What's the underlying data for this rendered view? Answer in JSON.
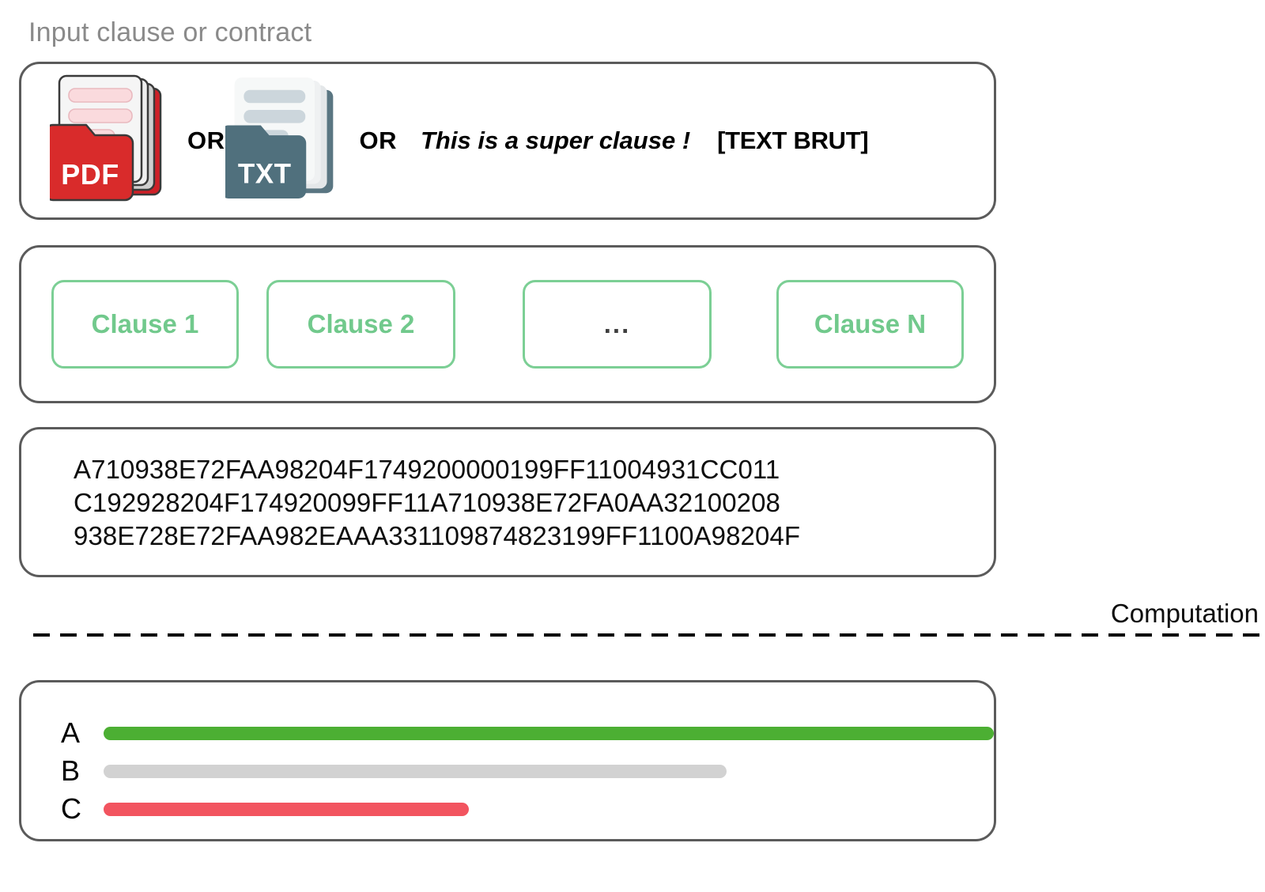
{
  "section": {
    "title": "Input clause or contract"
  },
  "input": {
    "or_1": "OR",
    "or_2": "OR",
    "pdf_icon_label": "PDF",
    "txt_icon_label": "TXT",
    "sample_clause": "This is a super clause !",
    "brut_label": "[TEXT BRUT]"
  },
  "clauses": {
    "items": [
      {
        "label": "Clause 1"
      },
      {
        "label": "Clause 2"
      },
      {
        "label": "..."
      },
      {
        "label": "Clause N"
      }
    ],
    "accent_color": "#7ccf95"
  },
  "hash": {
    "lines": [
      "A710938E72FAA98204F1749200000199FF11004931CC011",
      "C192928204F174920099FF11A710938E72FA0AA32100208",
      "938E728E72FAA982EAAA331109874823199FF1100A98204F"
    ]
  },
  "divider": {
    "label": "Computation"
  },
  "chart_data": {
    "type": "bar",
    "orientation": "horizontal",
    "categories": [
      "A",
      "B",
      "C"
    ],
    "values": [
      100,
      70,
      41
    ],
    "colors": [
      "#4caf33",
      "#d2d2d2",
      "#f2545f"
    ],
    "title": "",
    "xlabel": "",
    "ylabel": "",
    "xlim": [
      0,
      100
    ],
    "grid": false,
    "legend": false,
    "series": [
      {
        "name": "A",
        "value": 100,
        "color": "#4caf33"
      },
      {
        "name": "B",
        "value": 70,
        "color": "#d2d2d2"
      },
      {
        "name": "C",
        "value": 41,
        "color": "#f2545f"
      }
    ]
  }
}
